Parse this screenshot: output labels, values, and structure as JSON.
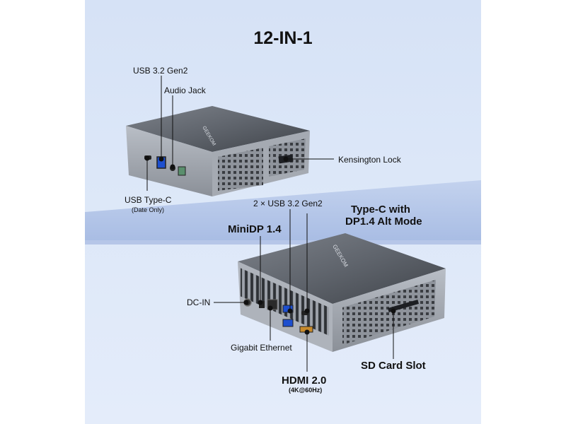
{
  "title": "12-IN-1",
  "labels": {
    "usb_gen2": "USB 3.2 Gen2",
    "audio_jack": "Audio Jack",
    "kensington_lock": "Kensington Lock",
    "usb_type_c": "USB Type-C",
    "usb_type_c_note": "(Date Only)",
    "dual_usb_gen2": "2 × USB 3.2 Gen2",
    "type_c_dp_line1": "Type-C with",
    "type_c_dp_line2": "DP1.4 Alt Mode",
    "minidp": "MiniDP 1.4",
    "dc_in": "DC-IN",
    "gigabit_ethernet": "Gigabit Ethernet",
    "sd_card_slot": "SD Card Slot",
    "hdmi": "HDMI 2.0",
    "hdmi_note": "(4K@60Hz)"
  },
  "brand_text": "GEEKOM",
  "colors": {
    "background": "#dce7f8",
    "device_top": "#5f646c",
    "device_side": "#a5aab2",
    "usb_port": "#1d4fcf",
    "hdmi_port": "#c78a2c"
  }
}
